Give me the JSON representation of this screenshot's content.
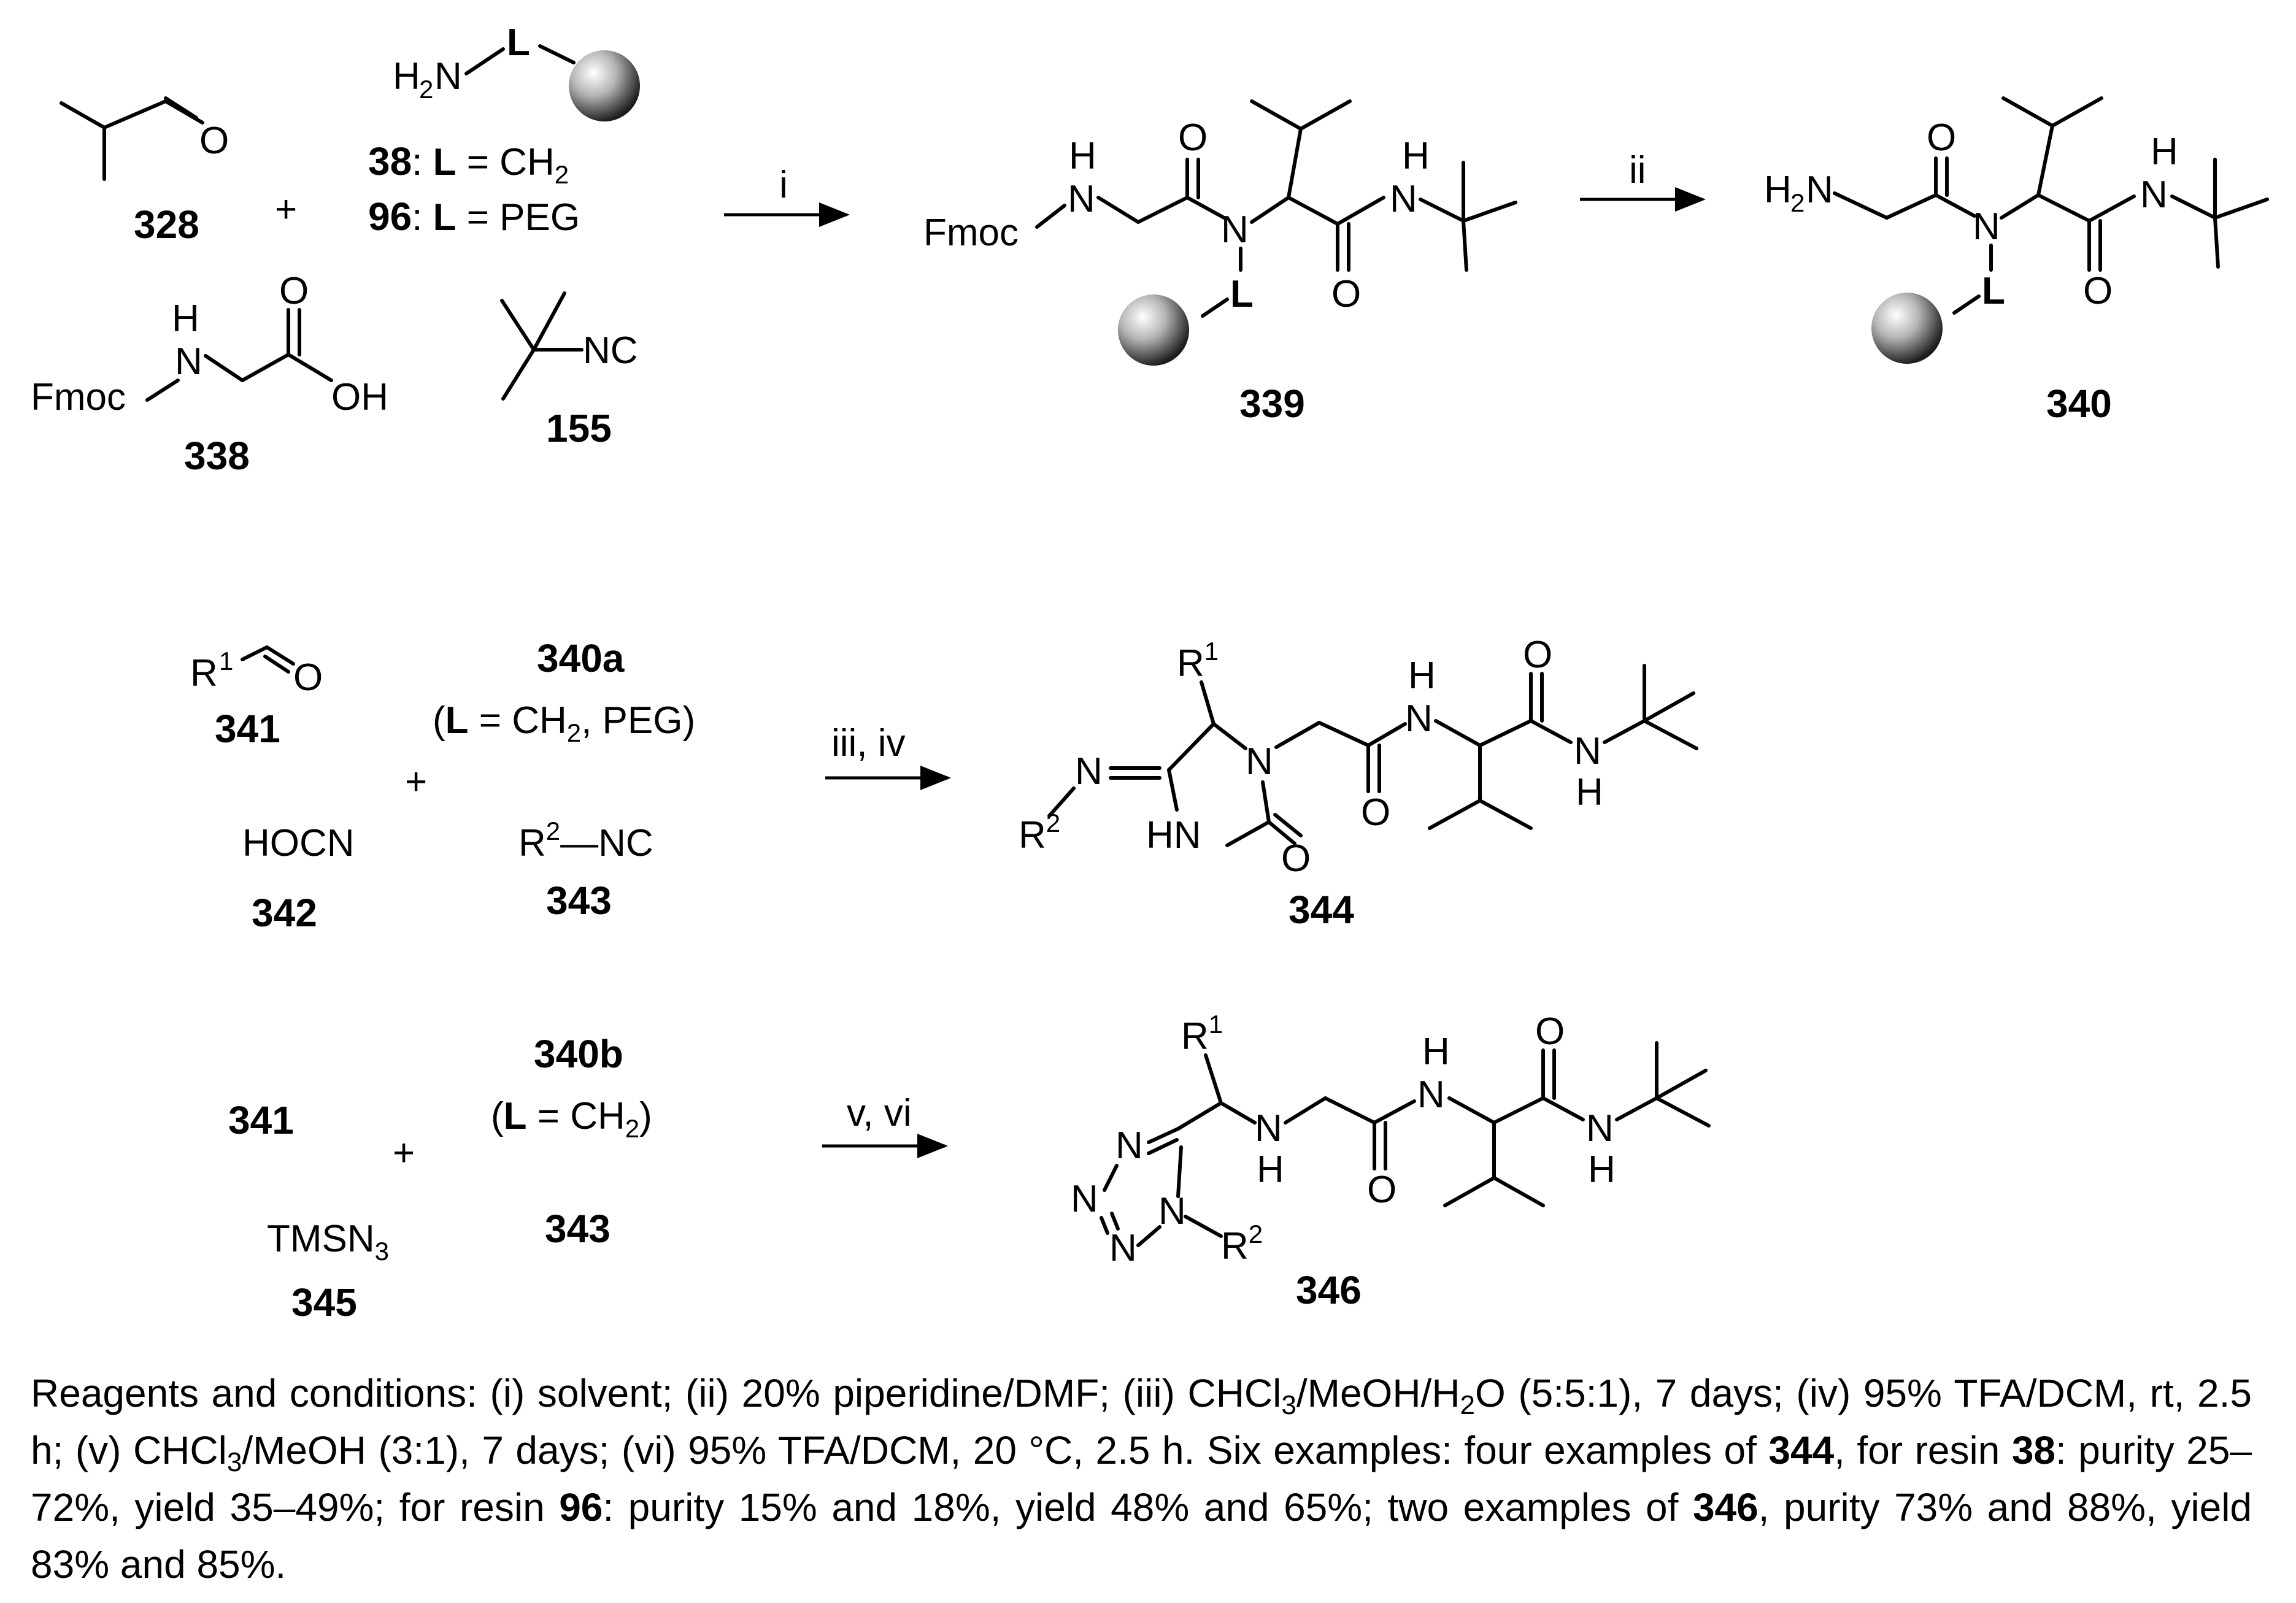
{
  "compounds": {
    "c328": "328",
    "c38": "38",
    "c96": "96",
    "c338": "338",
    "c155": "155",
    "c339": "339",
    "c340": "340",
    "c341": "341",
    "c340a": "340a",
    "c342": "342",
    "c343": "343",
    "c344": "344",
    "c340b": "340b",
    "c345": "345",
    "c346": "346"
  },
  "atoms": {
    "O": "O",
    "N": "N",
    "H": "H",
    "NC": "NC",
    "OH": "OH",
    "Fmoc": "Fmoc",
    "H2N_H": "H",
    "H2N_2": "2",
    "H2N_N": "N",
    "L": "L",
    "R": "R",
    "sup1": "1",
    "sup2": "2",
    "HN": "HN",
    "HOCN": "HOCN",
    "TMSN": "TMSN",
    "sub3": "3",
    "sub2": "2",
    "dash_NC": "—NC"
  },
  "legend_38": {
    "colon_eq": ": ",
    "L": "L",
    "eq": " = CH",
    "sub": "2"
  },
  "legend_96": {
    "colon_eq": ": ",
    "L": "L",
    "eq": " = PEG"
  },
  "paren_340a": {
    "open": "(",
    "L": "L",
    "eq": " = CH",
    "sub": "2",
    "rest": ", PEG)"
  },
  "paren_340b": {
    "open": "(",
    "L": "L",
    "eq": " = CH",
    "sub": "2",
    "rest": ")"
  },
  "plus": "+",
  "arrows": {
    "a1": "i",
    "a2": "ii",
    "a3": "iii, iv",
    "a4": "v, vi"
  },
  "caption": {
    "p1": "Reagents and conditions: (i) solvent; (ii) 20% piperidine/DMF; (iii) CHCl",
    "s1": "3",
    "p2": "/MeOH/H",
    "s2": "2",
    "p3": "O (5:5:1), 7 days; (iv) 95% TFA/DCM, rt, 2.5 h; (v) CHCl",
    "s3": "3",
    "p4": "/MeOH (3:1), 7 days; (vi) 95% TFA/DCM, 20 °C, 2.5 h. Six examples: four examples of ",
    "b1": "344",
    "p5": ", for resin ",
    "b2": "38",
    "p6": ": purity 25–72%, yield 35–49%;  for resin ",
    "b3": "96",
    "p7": ": purity 15% and 18%, yield 48% and 65%; two examples of ",
    "b4": "346",
    "p8": ", purity 73% and 88%, yield 83% and 85%."
  }
}
